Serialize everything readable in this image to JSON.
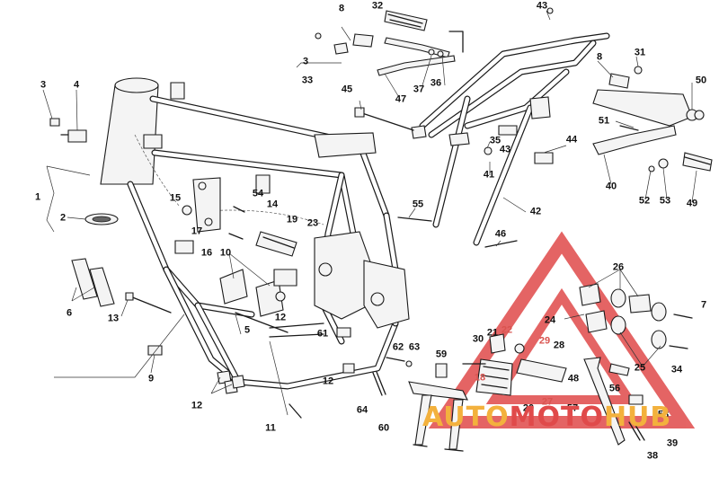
{
  "colors": {
    "line": "#1a1a1a",
    "fill": "#f4f4f4",
    "dark": "#666666",
    "watermark_red": "#e04a4a",
    "watermark_orange": "#f3b13d"
  },
  "watermark": {
    "part1": "AUTO",
    "part2": "MOTO",
    "part3": "HUB"
  },
  "callouts": {
    "c1": "1",
    "c2": "2",
    "c3a": "3",
    "c3b": "3",
    "c4": "4",
    "c5": "5",
    "c6": "6",
    "c7": "7",
    "c8a": "8",
    "c8b": "8",
    "c9": "9",
    "c10": "10",
    "c11": "11",
    "c12a": "12",
    "c12b": "12",
    "c12c": "12",
    "c13": "13",
    "c14": "14",
    "c15": "15",
    "c16": "16",
    "c17": "17",
    "c18": "18",
    "c19": "19",
    "c20": "20",
    "c21": "21",
    "c22": "22",
    "c23": "23",
    "c24": "24",
    "c25": "25",
    "c26": "26",
    "c27": "27",
    "c28": "28",
    "c29": "29",
    "c30": "30",
    "c31": "31",
    "c32": "32",
    "c33": "33",
    "c34": "34",
    "c35": "35",
    "c36": "36",
    "c37": "37",
    "c38": "38",
    "c39": "39",
    "c40": "40",
    "c41": "41",
    "c42": "42",
    "c43a": "43",
    "c43b": "43",
    "c44": "44",
    "c45": "45",
    "c46": "46",
    "c47": "47",
    "c48": "48",
    "c49": "49",
    "c50": "50",
    "c51": "51",
    "c52": "52",
    "c53": "53",
    "c54": "54",
    "c55": "55",
    "c56": "56",
    "c57": "57",
    "c58": "58",
    "c59": "59",
    "c60": "60",
    "c61": "61",
    "c62": "62",
    "c63": "63",
    "c64": "64"
  }
}
